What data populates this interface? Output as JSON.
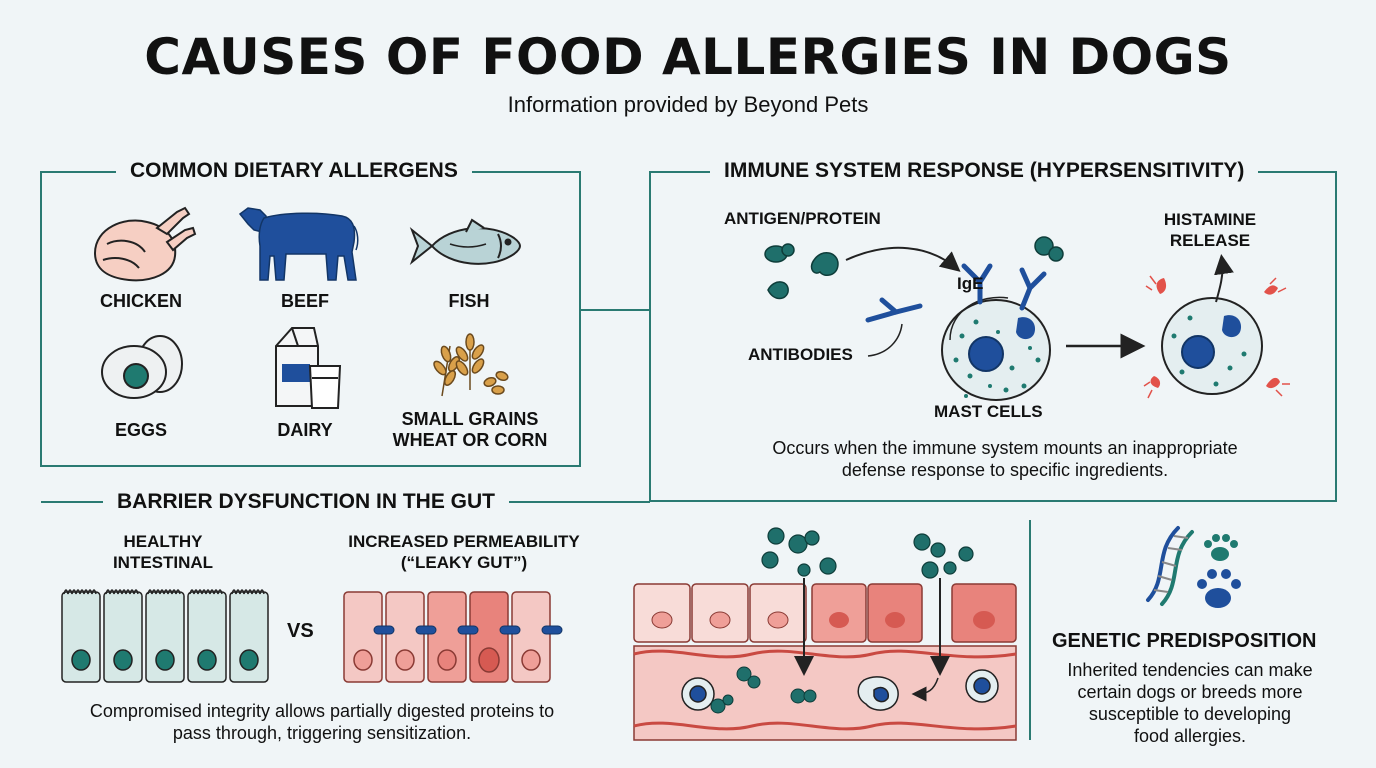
{
  "header": {
    "title": "CAUSES OF FOOD ALLERGIES IN DOGS",
    "subtitle": "Information provided by Beyond Pets"
  },
  "allergens": {
    "heading": "COMMON DIETARY ALLERGENS",
    "items": [
      {
        "label": "CHICKEN",
        "icon": "chicken-icon"
      },
      {
        "label": "BEEF",
        "icon": "cow-icon"
      },
      {
        "label": "FISH",
        "icon": "fish-icon"
      },
      {
        "label": "EGGS",
        "icon": "eggs-icon"
      },
      {
        "label": "DAIRY",
        "icon": "milk-icon"
      },
      {
        "label_line1": "SMALL GRAINS",
        "label_line2": "WHEAT OR CORN",
        "icon": "wheat-icon"
      }
    ]
  },
  "immune": {
    "heading": "IMMUNE SYSTEM RESPONSE (HYPERSENSITIVITY)",
    "antigen_label": "ANTIGEN/PROTEIN",
    "antibodies_label": "ANTIBODIES",
    "ige_label": "IgE",
    "mast_cells_label": "MAST CELLS",
    "histamine_line1": "HISTAMINE",
    "histamine_line2": "RELEASE",
    "description_line1": "Occurs when the immune system mounts an inappropriate",
    "description_line2": "defense response to specific ingredients."
  },
  "gut": {
    "heading": "BARRIER DYSFUNCTION IN THE GUT",
    "healthy_line1": "HEALTHY",
    "healthy_line2": "INTESTINAL",
    "vs_label": "VS",
    "leaky_line1": "INCREASED PERMEABILITY",
    "leaky_line2": "(“LEAKY GUT”)",
    "description_line1": "Compromised integrity allows partially digested proteins to",
    "description_line2": "pass through, triggering sensitization."
  },
  "genetic": {
    "heading": "GENETIC PREDISPOSITION",
    "line1": "Inherited tendencies can make",
    "line2": "certain dogs or breeds more",
    "line3": "susceptible to developing",
    "line4": "food allergies.",
    "icons": [
      "dna-icon",
      "paw-print-icon"
    ]
  },
  "colors": {
    "frame": "#2a7a72",
    "teal": "#1f7a70",
    "navy": "#1f4f9c",
    "healthy_cell": "#d6e8e6",
    "leaky_cell": "#f4c8c4",
    "inflamed": "#e8837c",
    "background": "#f0f5f7"
  }
}
